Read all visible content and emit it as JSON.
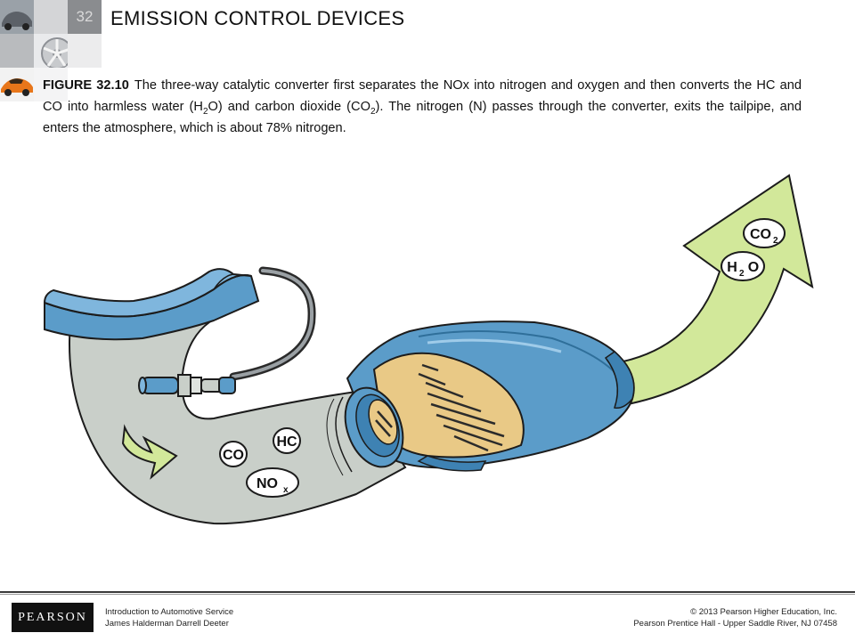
{
  "header": {
    "chapter_number": "32",
    "title": "EMISSION CONTROL DEVICES"
  },
  "caption": {
    "figure_label": "FIGURE 32.10",
    "text_part1": "The three-way catalytic converter first separates the NOx into nitrogen and oxygen and then converts the HC and CO into harmless water (H",
    "sub1": "2",
    "text_part2": "O) and carbon dioxide (CO",
    "sub2": "2",
    "text_part3": "). The nitrogen (N) passes through the converter, exits the tailpipe, and enters the atmosphere, which is about 78% nitrogen."
  },
  "diagram": {
    "labels": {
      "co": "CO",
      "hc": "HC",
      "nox_main": "NO",
      "nox_sub": "x",
      "co2_main": "CO",
      "co2_sub": "2",
      "h2o_h": "H",
      "h2o_sub": "2",
      "h2o_o": "O"
    },
    "colors": {
      "pipe_gray": "#c9cfc9",
      "steel_blue": "#5b9cc9",
      "catalyst_tan": "#e9c986",
      "arrow_green": "#d2e89a"
    }
  },
  "footer": {
    "logo_text": "PEARSON",
    "book_title": "Introduction to Automotive Service",
    "authors": "James Halderman  Darrell Deeter",
    "copyright": "© 2013  Pearson Higher Education, Inc.",
    "publisher": "Pearson Prentice Hall - Upper Saddle River, NJ 07458"
  }
}
